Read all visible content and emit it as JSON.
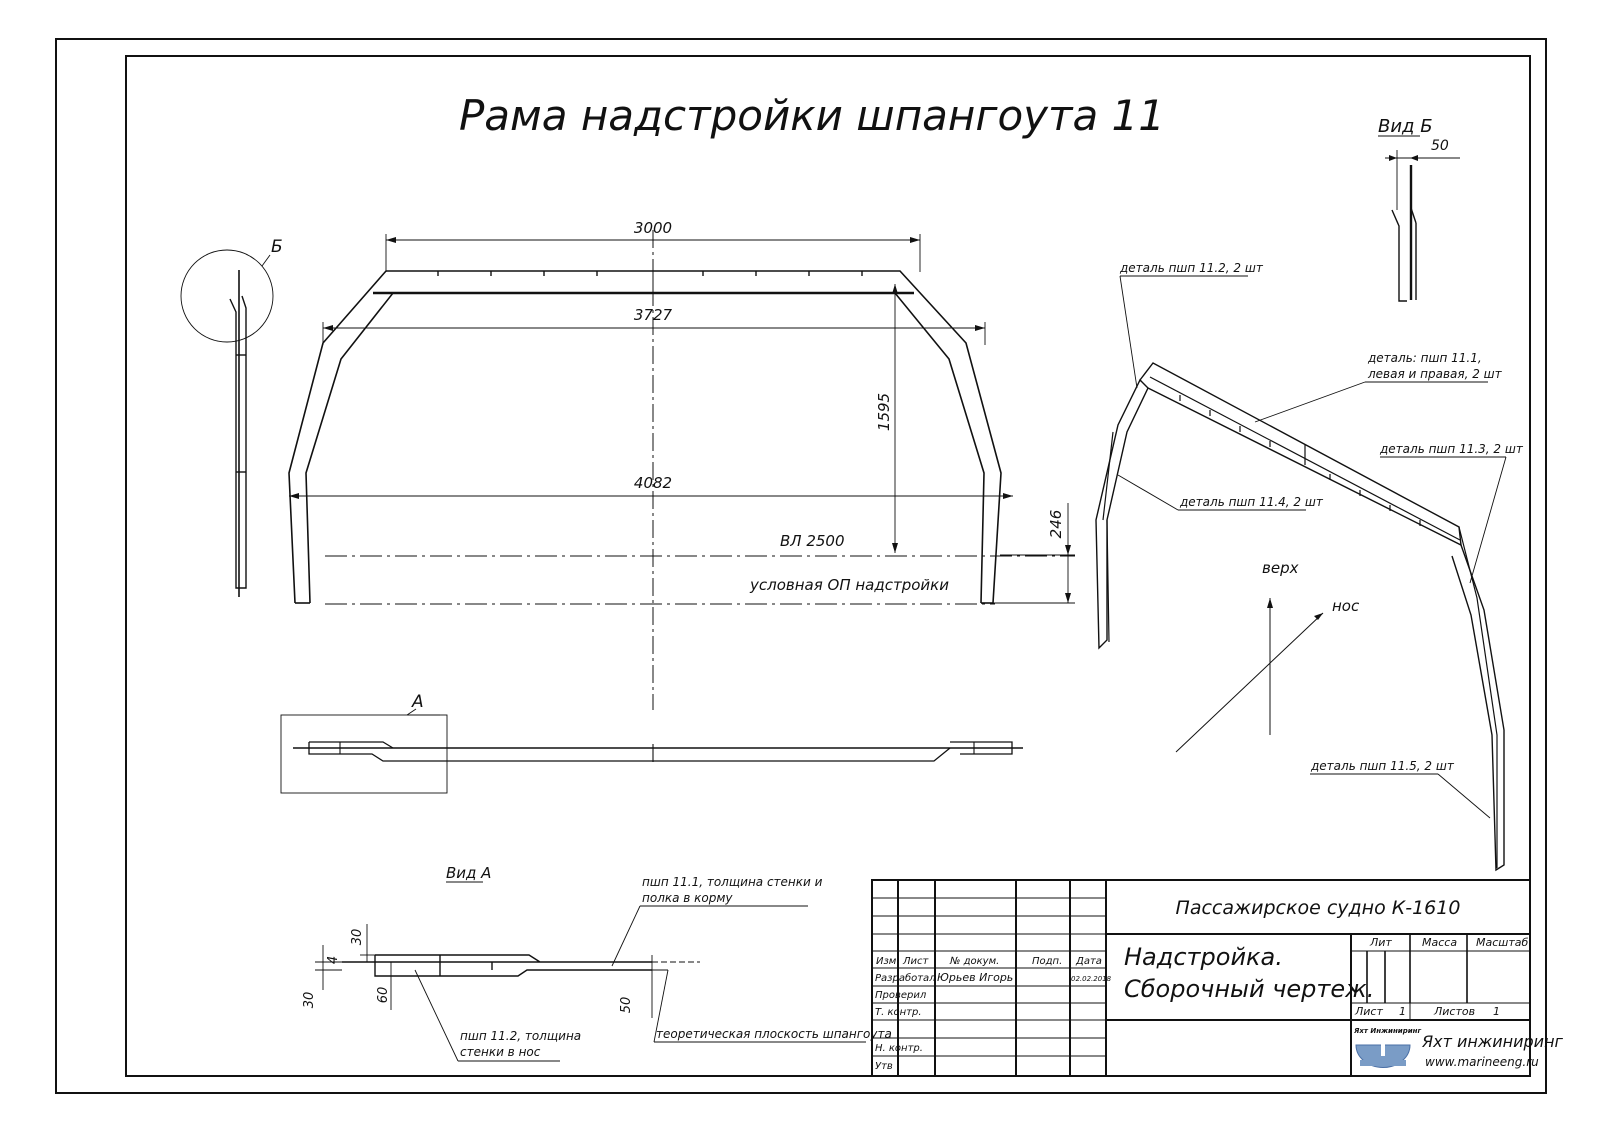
{
  "title": "Рама надстройки шпангоута 11",
  "dims": {
    "w3000": "3000",
    "w3727": "3727",
    "w4082": "4082",
    "h1595": "1595",
    "h246": "246",
    "d50": "50",
    "d30a": "30",
    "d4": "4",
    "d30b": "30",
    "d60": "60",
    "d50b": "50"
  },
  "labels": {
    "b_marker": "Б",
    "a_marker": "А",
    "wl": "ВЛ 2500",
    "base": "условная ОП надстройки",
    "view_b": "Вид Б",
    "view_a": "Вид А",
    "top": "верх",
    "nose": "нос"
  },
  "callouts": {
    "p112": "деталь пшп 11.2, 2 шт",
    "p111_1": "деталь: пшп 11.1,",
    "p111_2": "левая и правая, 2 шт",
    "p113": "деталь пшп 11.3, 2 шт",
    "p114": "деталь пшп 11.4, 2 шт",
    "p115": "деталь пшп 11.5, 2 шт",
    "va1_1": "пшп 11.1, толщина стенки и",
    "va1_2": "полка в корму",
    "va2_1": "пшп 11.2, толщина",
    "va2_2": "стенки в нос",
    "va3": "теоретическая плоскость шпангоута"
  },
  "titleblock": {
    "project": "Пассажирское судно К-1610",
    "name1": "Надстройка.",
    "name2": "Сборочный чертеж.",
    "h_izm": "Изм",
    "h_list": "Лист",
    "h_doc": "№ докум.",
    "h_sign": "Подп.",
    "h_date": "Дата",
    "r_dev": "Разработал",
    "r_dev_name": "Юрьев Игорь",
    "r_dev_date": "02.02.2018",
    "r_check": "Проверил",
    "r_tk": "Т. контр.",
    "r_nk": "Н. контр.",
    "r_utv": "Утв",
    "lit": "Лит",
    "mass": "Масса",
    "scale": "Масштаб",
    "sheet": "Лист",
    "sheet_no": "1",
    "sheets": "Листов",
    "sheets_no": "1",
    "logo_text": "Яхт Инжиниринг",
    "company": "Яхт инжиниринг",
    "site": "www.marineeng.ru"
  }
}
